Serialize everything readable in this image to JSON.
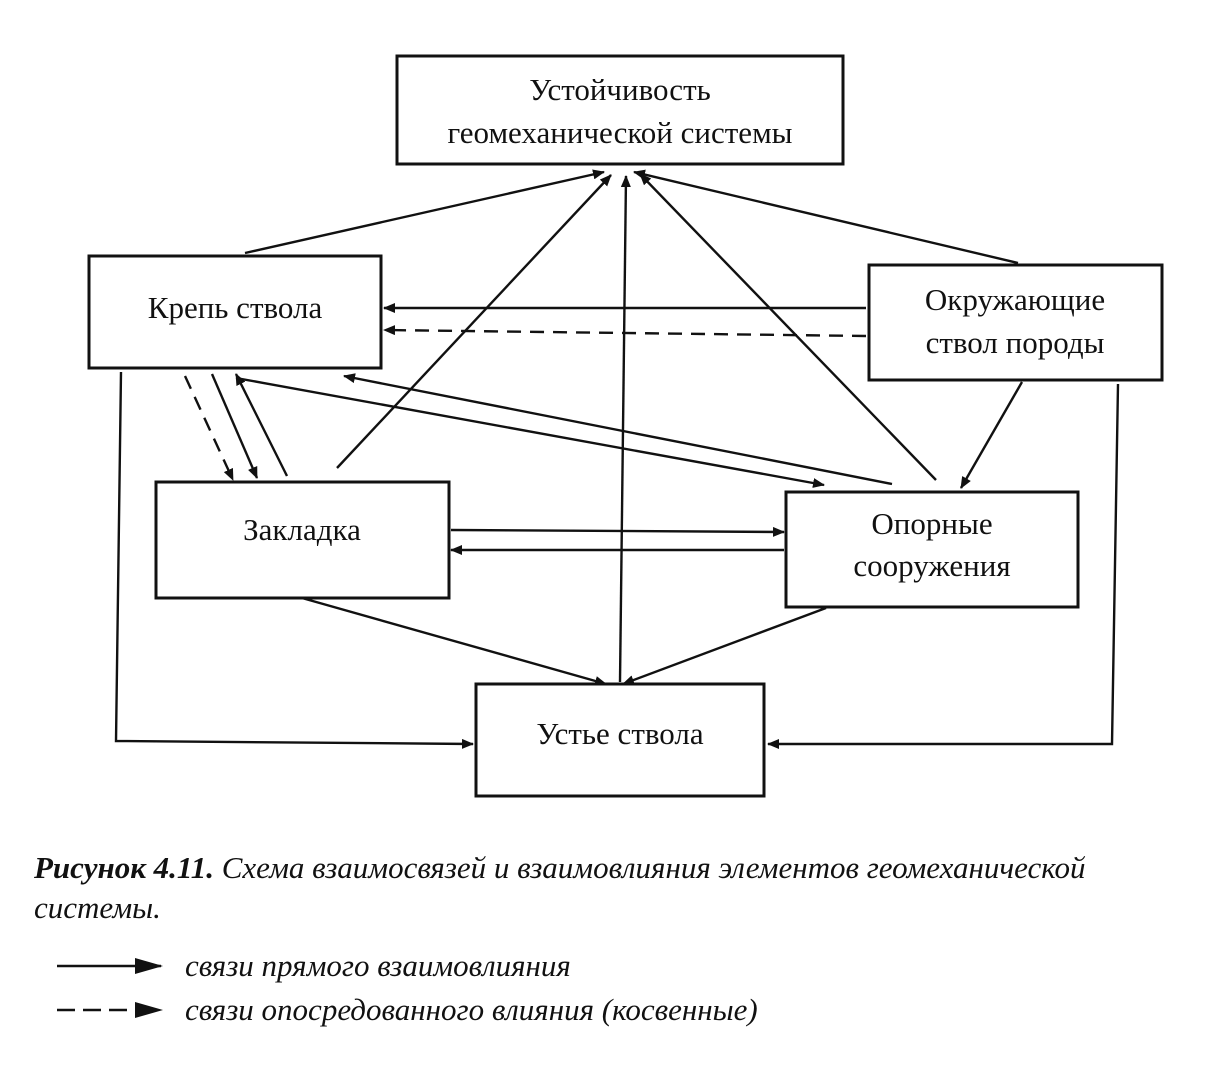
{
  "nodes": {
    "stability": {
      "lines": [
        "Устойчивость",
        "геомеханической системы"
      ]
    },
    "lining": {
      "lines": [
        "Крепь ствола"
      ]
    },
    "rocks": {
      "lines": [
        "Окружающие",
        "ствол породы"
      ]
    },
    "backfill": {
      "lines": [
        "Закладка"
      ]
    },
    "supports": {
      "lines": [
        "Опорные",
        "сооружения"
      ]
    },
    "collar": {
      "lines": [
        "Устье ствола"
      ]
    }
  },
  "edges": [
    {
      "from": "lining",
      "to": "stability",
      "style": "solid"
    },
    {
      "from": "rocks",
      "to": "stability",
      "style": "solid"
    },
    {
      "from": "backfill",
      "to": "stability",
      "style": "solid"
    },
    {
      "from": "collar",
      "to": "stability",
      "style": "solid"
    },
    {
      "from": "supports",
      "to": "stability",
      "style": "solid"
    },
    {
      "from": "rocks",
      "to": "lining",
      "style": "solid"
    },
    {
      "from": "rocks",
      "to": "lining",
      "style": "dashed"
    },
    {
      "from": "lining",
      "to": "backfill",
      "style": "dashed"
    },
    {
      "from": "lining",
      "to": "backfill",
      "style": "solid"
    },
    {
      "from": "backfill",
      "to": "lining",
      "style": "solid"
    },
    {
      "from": "lining",
      "to": "supports",
      "style": "solid"
    },
    {
      "from": "supports",
      "to": "lining",
      "style": "solid"
    },
    {
      "from": "rocks",
      "to": "supports",
      "style": "solid"
    },
    {
      "from": "backfill",
      "to": "supports",
      "style": "solid"
    },
    {
      "from": "supports",
      "to": "backfill",
      "style": "solid"
    },
    {
      "from": "backfill",
      "to": "collar",
      "style": "solid"
    },
    {
      "from": "supports",
      "to": "collar",
      "style": "solid"
    },
    {
      "from": "lining",
      "to": "collar",
      "style": "solid"
    },
    {
      "from": "rocks",
      "to": "collar",
      "style": "solid"
    }
  ],
  "caption": {
    "figure_number": "Рисунок 4.11.",
    "text": "Схема взаимосвязей и взаимовлияния элементов геомеханической системы."
  },
  "legend": [
    {
      "style": "solid",
      "label": "связи прямого взаимовлияния"
    },
    {
      "style": "dashed",
      "label": "связи опосредованного влияния (косвенные)"
    }
  ]
}
